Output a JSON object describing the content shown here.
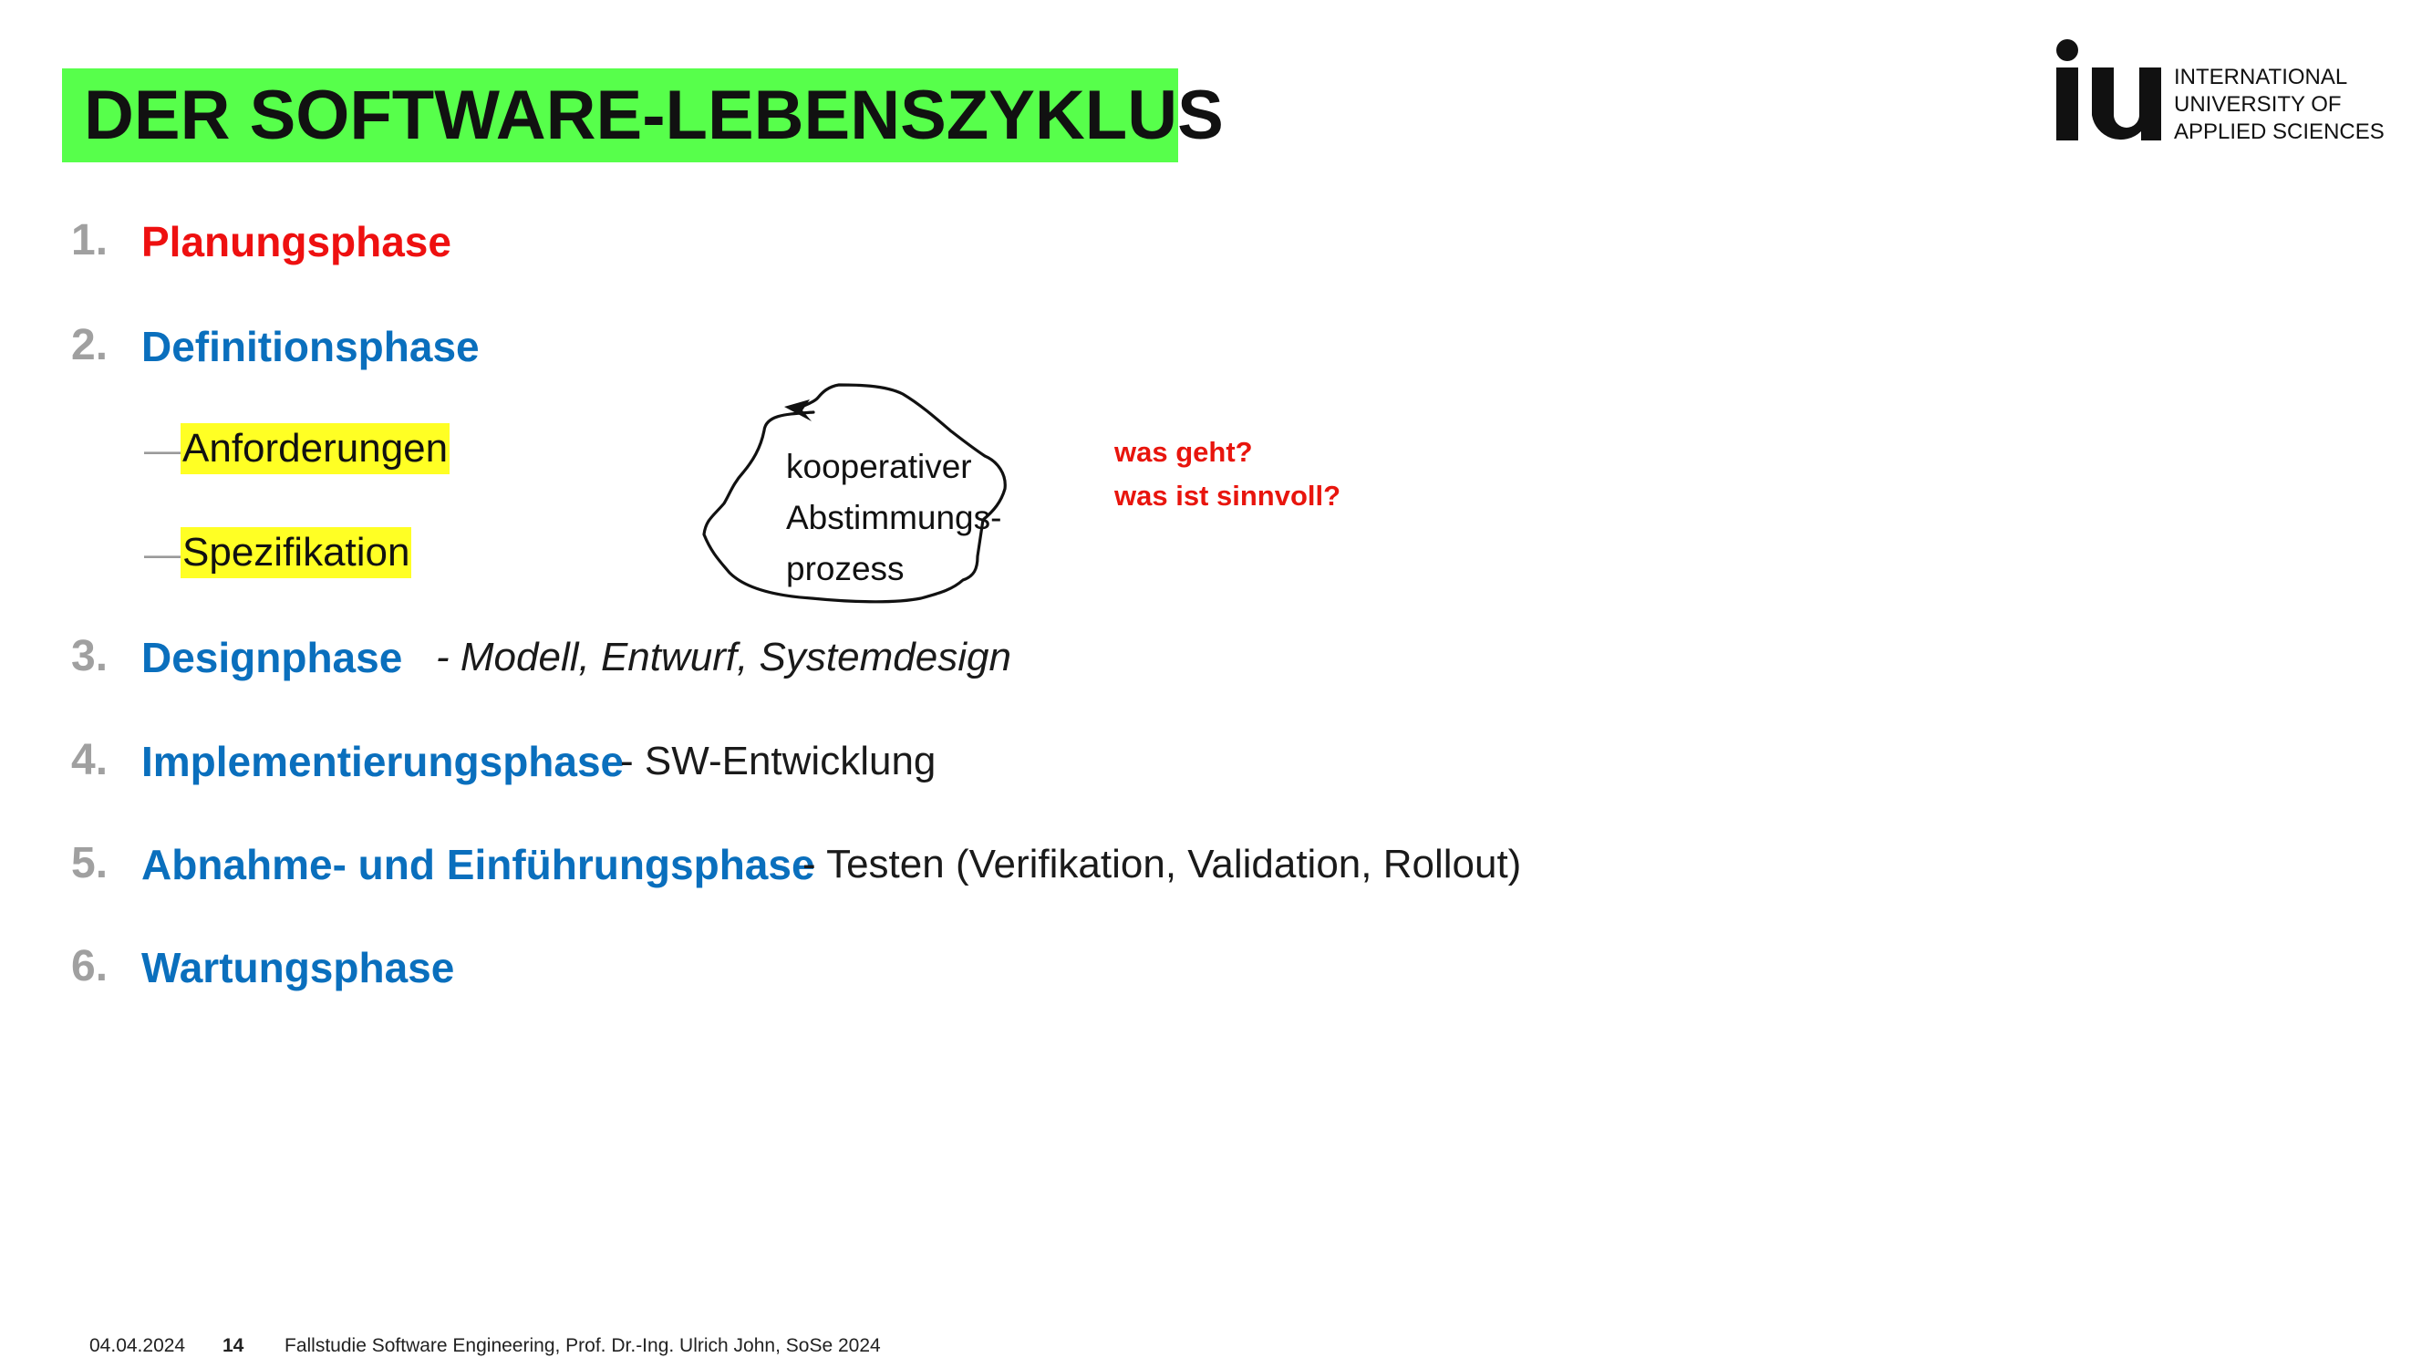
{
  "header": {
    "title": "DER SOFTWARE-LEBENSZYKLUS"
  },
  "logo": {
    "mark": "iu",
    "lines": [
      "INTERNATIONAL",
      "UNIVERSITY OF",
      "APPLIED SCIENCES"
    ]
  },
  "phases": [
    {
      "number": "1.",
      "label": "Planungsphase",
      "color": "#ee1010"
    },
    {
      "number": "2.",
      "label": "Definitionsphase",
      "color": "#0a6fbd"
    },
    {
      "number": "3.",
      "label": "Designphase",
      "color": "#0a6fbd",
      "desc": "- Modell, Entwurf, Systemdesign"
    },
    {
      "number": "4.",
      "label": "Implementierungsphase",
      "color": "#0a6fbd",
      "desc": "- SW-Entwicklung"
    },
    {
      "number": "5.",
      "label": "Abnahme- und Einführungsphase",
      "color": "#0a6fbd",
      "desc": "- Testen (Verifikation, Validation, Rollout)"
    },
    {
      "number": "6.",
      "label": "Wartungsphase",
      "color": "#0a6fbd"
    }
  ],
  "subitems": [
    {
      "dash": "—",
      "label": "Anforderungen"
    },
    {
      "dash": "—",
      "label": "Spezifikation"
    }
  ],
  "annotation": {
    "cloud_lines": [
      "kooperativer",
      "Abstimmungs-",
      "prozess"
    ],
    "notes": [
      "was geht?",
      "was ist sinnvoll?"
    ]
  },
  "footer": {
    "date": "04.04.2024",
    "page": "14",
    "text": "Fallstudie Software Engineering, Prof. Dr.-Ing. Ulrich John, SoSe 2024"
  },
  "colors": {
    "title_bg": "#57ff4b",
    "highlight": "#ffff24",
    "note_red": "#e8150d"
  }
}
